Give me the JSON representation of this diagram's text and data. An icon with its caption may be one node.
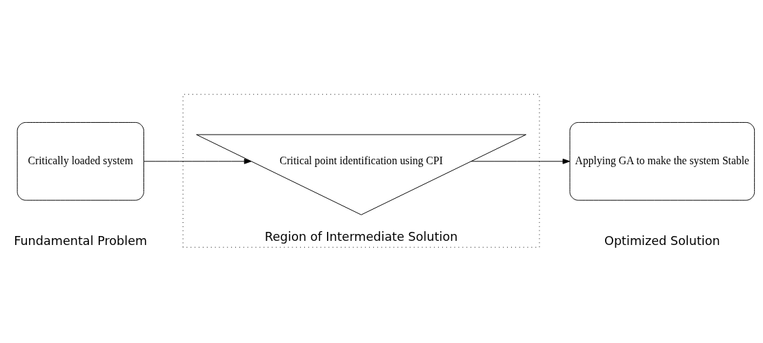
{
  "diagram": {
    "nodes": [
      {
        "text": [
          "Critically loaded system"
        ]
      },
      {
        "text": [
          "Region of Intermediate Solution"
        ]
      },
      {
        "text": [
          "Critical point identification using CPI"
        ],
        "in": 1
      },
      {
        "text": [
          "Applying GA to make the system Stable"
        ]
      }
    ],
    "edges": [
      {
        "from": 0,
        "to": 2,
        "arrow": "to"
      },
      {
        "from": 2,
        "to": 3,
        "arrow": "to"
      }
    ],
    "labels": [
      "Fundamental Problem",
      "Optimized Solution"
    ]
  }
}
